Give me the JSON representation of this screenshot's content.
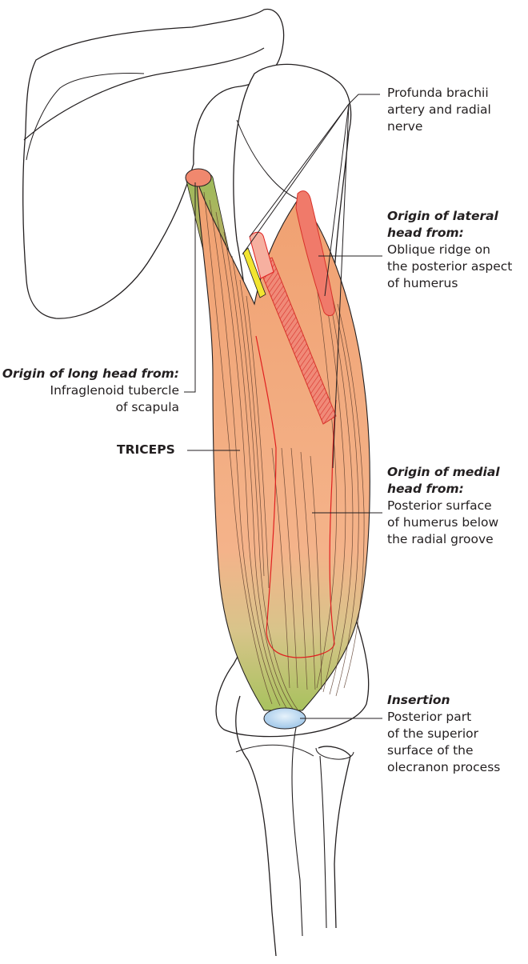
{
  "labels": {
    "profunda": {
      "text": [
        "Profunda brachii",
        "artery and radial",
        "nerve"
      ]
    },
    "lateral": {
      "heading": [
        "Origin of lateral",
        "head from:"
      ],
      "text": [
        "Oblique ridge on",
        "the posterior aspect",
        "of humerus"
      ]
    },
    "long": {
      "heading": [
        "Origin of long head from:"
      ],
      "text": [
        "Infraglenoid tubercle",
        "of scapula"
      ]
    },
    "triceps": "TRICEPS",
    "medial": {
      "heading": [
        "Origin of medial",
        "head from:"
      ],
      "text": [
        "Posterior surface",
        "of humerus below",
        "the radial groove"
      ]
    },
    "insertion": {
      "heading": [
        "Insertion"
      ],
      "text": [
        "Posterior part",
        "of the superior",
        "surface of the",
        "olecranon process"
      ]
    }
  },
  "colors": {
    "muscle": "#f2a97e",
    "tendon": "#a9c46a",
    "artery": "#ee6b5e",
    "nerve": "#f2e530",
    "olecranon": "#bcd8f0",
    "outline": "#231f20"
  }
}
